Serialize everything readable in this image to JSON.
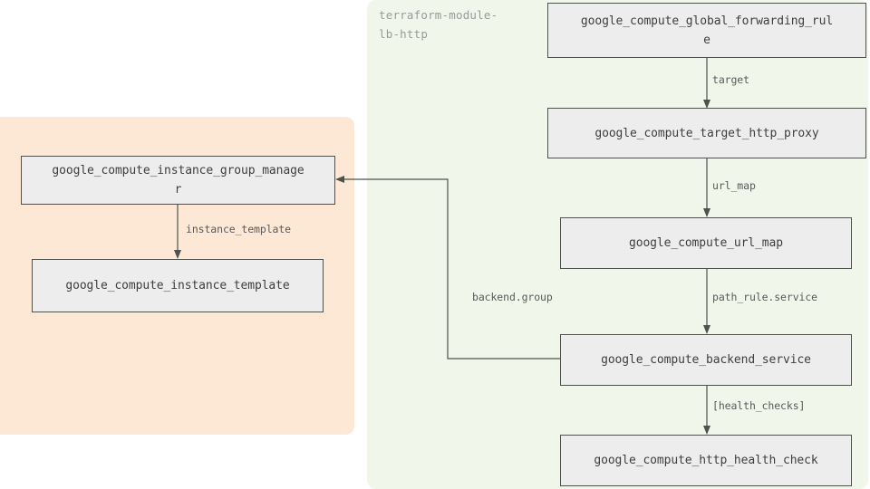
{
  "diagram": {
    "type": "terraform-resource-graph",
    "background": "#ffffff",
    "node_fill": "#ededed",
    "node_stroke": "#4d524d",
    "edge_color": "#4d524d",
    "clusters": [
      {
        "id": "instance-group",
        "label": "",
        "color": "#fce8d4"
      },
      {
        "id": "terraform-module",
        "label": "terraform-module-\nlb-http",
        "color": "#f0f6e9",
        "label_color": "#9a9a9a"
      }
    ],
    "nodes": [
      {
        "id": "global-forwarding-rule",
        "label": "google_compute_global_forwarding_rul\ne"
      },
      {
        "id": "target-http-proxy",
        "label": "google_compute_target_http_proxy"
      },
      {
        "id": "url-map",
        "label": "google_compute_url_map"
      },
      {
        "id": "backend-service",
        "label": "google_compute_backend_service"
      },
      {
        "id": "http-health-check",
        "label": "google_compute_http_health_check"
      },
      {
        "id": "instance-group-manager",
        "label": "google_compute_instance_group_manage\nr"
      },
      {
        "id": "instance-template",
        "label": "google_compute_instance_template"
      }
    ],
    "edges": [
      {
        "id": "forwarding-rule-to-proxy",
        "from": "global-forwarding-rule",
        "to": "target-http-proxy",
        "label": "target"
      },
      {
        "id": "proxy-to-url-map",
        "from": "target-http-proxy",
        "to": "url-map",
        "label": "url_map"
      },
      {
        "id": "url-map-to-backend-service",
        "from": "url-map",
        "to": "backend-service",
        "label": "path_rule.service"
      },
      {
        "id": "backend-service-to-health-check",
        "from": "backend-service",
        "to": "http-health-check",
        "label": "[health_checks]"
      },
      {
        "id": "backend-service-to-instance-group-manager",
        "from": "backend-service",
        "to": "instance-group-manager",
        "label": "backend.group"
      },
      {
        "id": "manager-to-template",
        "from": "instance-group-manager",
        "to": "instance-template",
        "label": "instance_template"
      }
    ]
  }
}
